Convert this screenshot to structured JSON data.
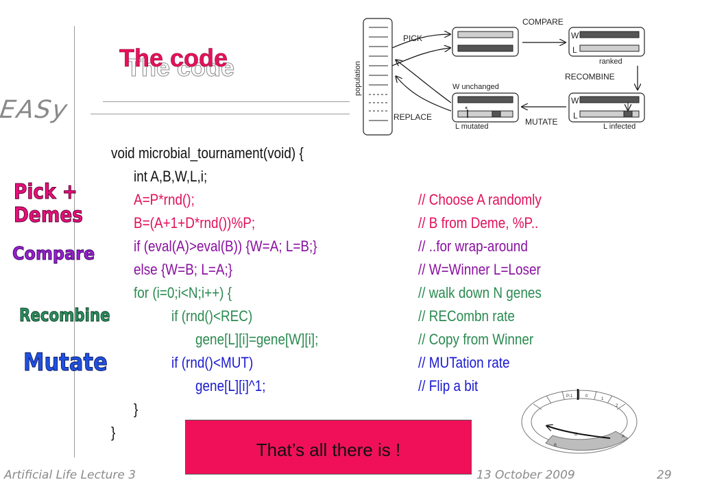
{
  "slide": {
    "title": "The code",
    "brand": "EASy",
    "footer_left": "Artificial Life Lecture 3",
    "footer_date": "13 October 2009",
    "page_number": "29",
    "banner_text": "That’s all there is !"
  },
  "side_labels": {
    "pick": "Pick +",
    "demes": "Demes",
    "compare": "Compare",
    "recombine": "Recombine",
    "mutate": "Mutate"
  },
  "code_lines": [
    {
      "code": "void microbial_tournament(void) {",
      "comment": ""
    },
    {
      "code": "int A,B,W,L,i;",
      "comment": ""
    },
    {
      "code": "A=P*rnd();",
      "comment": "// Choose A randomly"
    },
    {
      "code": "B=(A+1+D*rnd())%P;",
      "comment": "// B from Deme, %P.."
    },
    {
      "code": "if (eval(A)>eval(B)) {W=A; L=B;}",
      "comment": "// ..for wrap-around"
    },
    {
      "code": "else {W=B; L=A;}",
      "comment": "// W=Winner L=Loser"
    },
    {
      "code": "for (i=0;i<N;i++) {",
      "comment": "// walk down N genes"
    },
    {
      "code": "if (rnd()<REC)",
      "comment": "// RECombn rate"
    },
    {
      "code": "gene[L][i]=gene[W][i];",
      "comment": "// Copy from Winner"
    },
    {
      "code": "if (rnd()<MUT)",
      "comment": "// MUTation rate"
    },
    {
      "code": "gene[L][i]^1;",
      "comment": "// Flip a bit"
    },
    {
      "code": "}",
      "comment": ""
    },
    {
      "code": "}",
      "comment": ""
    }
  ],
  "diagram": {
    "population": "population",
    "pick": "PICK",
    "compare": "COMPARE",
    "w": "W",
    "l": "L",
    "ranked": "ranked",
    "recombine": "RECOMBINE",
    "w_unchanged": "W unchanged",
    "replace": "REPLACE",
    "l_mutated": "L mutated",
    "mutate": "MUTATE",
    "l_infected": "L infected",
    "star": "*"
  },
  "ring": {
    "labels": [
      "P-1",
      "0",
      "1",
      "2",
      "A",
      "D",
      "B"
    ]
  },
  "colors": {
    "title": "#e8105a",
    "banner": "#f0105a",
    "pick": "#e8107a",
    "compare": "#9a20d0",
    "recombine": "#2a9060",
    "mutate": "#2050e0"
  }
}
